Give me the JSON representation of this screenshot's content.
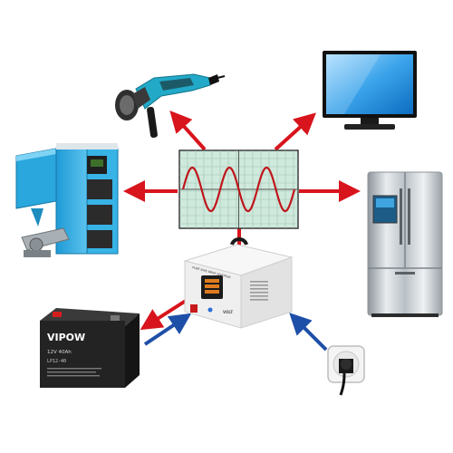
{
  "inverter": {
    "panel_text": "PURE SINE WAVE INVERTER",
    "brand": "VOLT"
  },
  "battery": {
    "brand": "VIPOW",
    "model": "12V 40Ah",
    "code": "LP12-40"
  },
  "colors": {
    "output_arrow": "#d8141c",
    "input_arrow": "#1e4fa8",
    "oscilloscope_bg": "#cfe9dc",
    "sine_wave": "#c0151b"
  }
}
